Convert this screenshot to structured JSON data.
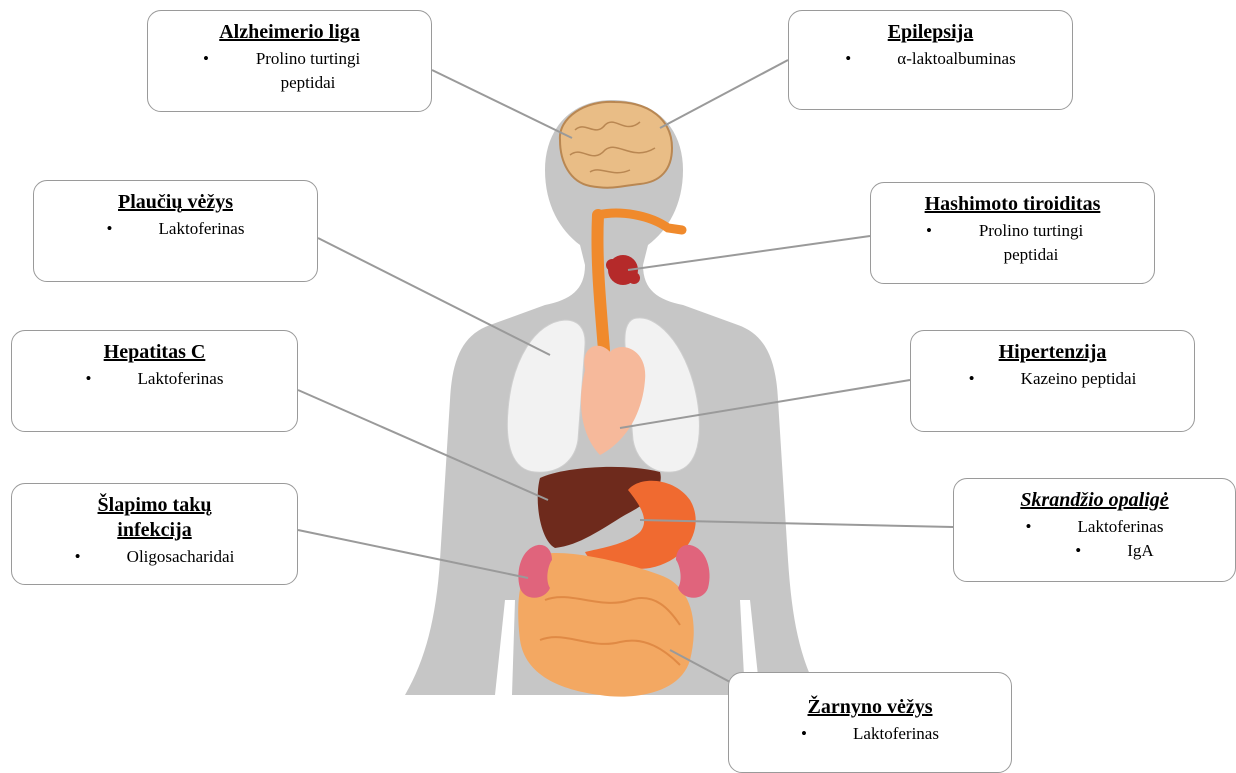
{
  "callouts": {
    "alzheimer": {
      "title": "Alzheimerio liga",
      "items": [
        "Prolino turtingi peptidai"
      ]
    },
    "epilepsy": {
      "title": "Epilepsija",
      "items": [
        "α-laktoalbuminas"
      ]
    },
    "lung_cancer": {
      "title": "Plaučių vėžys",
      "items": [
        "Laktoferinas"
      ]
    },
    "hashimoto": {
      "title": "Hashimoto tiroiditas",
      "items": [
        "Prolino turtingi peptidai"
      ]
    },
    "hepatitis": {
      "title": "Hepatitas C",
      "items": [
        "Laktoferinas"
      ]
    },
    "hypertension": {
      "title": "Hipertenzija",
      "items": [
        "Kazeino peptidai"
      ]
    },
    "uti": {
      "title": "Šlapimo takų infekcija",
      "items": [
        "Oligosacharidai"
      ]
    },
    "stomach": {
      "title": "Skrandžio opaligė",
      "items": [
        "Laktoferinas",
        "IgA"
      ]
    },
    "bowel_cancer": {
      "title": "Žarnyno vėžys",
      "items": [
        "Laktoferinas"
      ]
    }
  },
  "bullet_glyph": "•",
  "colors": {
    "silhouette": "#c6c6c6",
    "connector": "#9a9a9a",
    "brain": "#e9bd86",
    "esophagus": "#f08a2c",
    "thyroid": "#b52a2a",
    "lungs": "#f2f2f2",
    "heart": "#f6b99b",
    "liver": "#6e2a1c",
    "stomach": "#f06a30",
    "kidney": "#e0647c",
    "intestine": "#f3a862"
  }
}
